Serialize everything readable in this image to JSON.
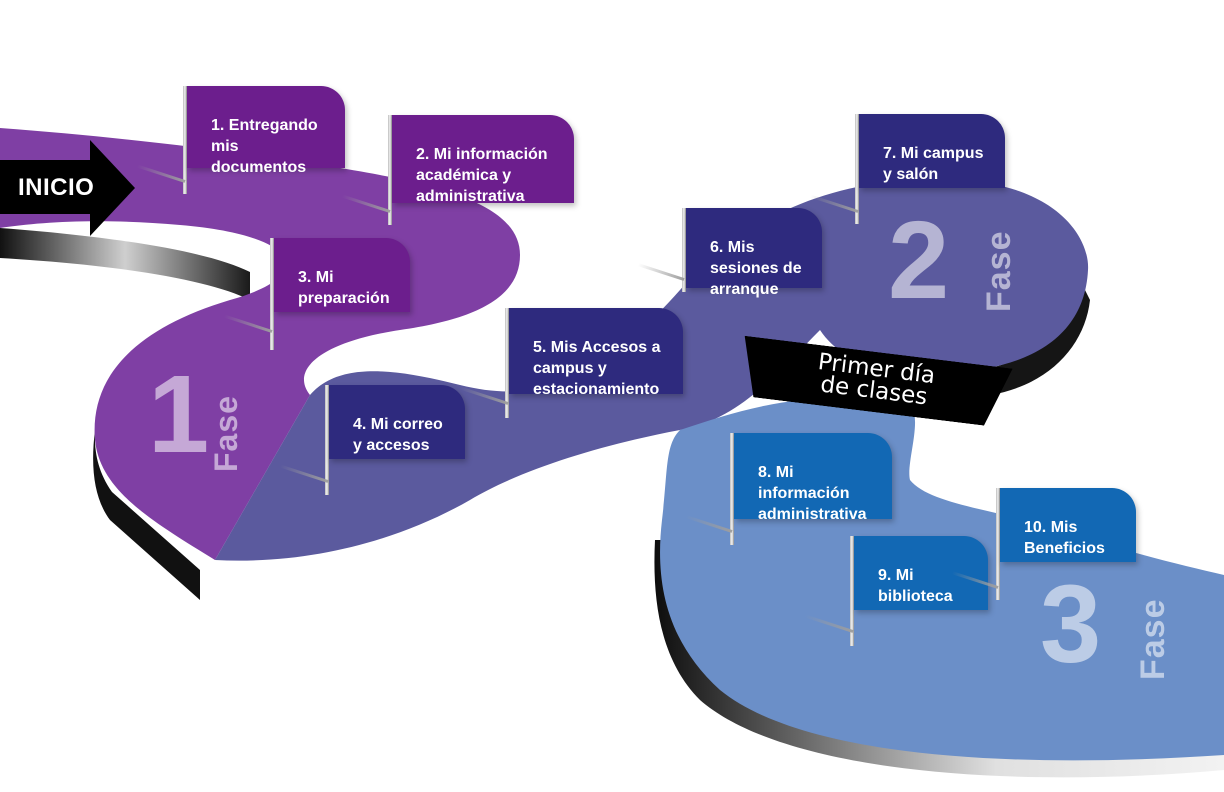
{
  "start": {
    "label": "INICIO"
  },
  "milestone": {
    "line1": "Primer día",
    "line2": "de clases"
  },
  "colors": {
    "phase1": "#7f3fa4",
    "phase2": "#5b5a9e",
    "phase3": "#6b8fc8",
    "flag_phase1": "#6c1e8d",
    "flag_phase2": "#2e2a7e",
    "flag_phase3": "#1268b4",
    "road_edge": "#1a1a1a"
  },
  "phases": [
    {
      "number": "1",
      "word": "Fase"
    },
    {
      "number": "2",
      "word": "Fase"
    },
    {
      "number": "3",
      "word": "Fase"
    }
  ],
  "steps": [
    {
      "text": "1. Entregando\nmis\ndocumentos",
      "phase": 1
    },
    {
      "text": "2. Mi información\nacadémica y\nadministrativa",
      "phase": 1
    },
    {
      "text": "3. Mi\npreparación",
      "phase": 1
    },
    {
      "text": "4. Mi correo\ny accesos",
      "phase": 2
    },
    {
      "text": "5. Mis Accesos a\ncampus y\nestacionamiento",
      "phase": 2
    },
    {
      "text": "6. Mis\nsesiones de\narranque",
      "phase": 2
    },
    {
      "text": "7. Mi campus\ny salón",
      "phase": 2
    },
    {
      "text": "8. Mi\ninformación\nadministrativa",
      "phase": 3
    },
    {
      "text": "9. Mi\nbiblioteca",
      "phase": 3
    },
    {
      "text": "10. Mis\nBeneficios",
      "phase": 3
    }
  ]
}
